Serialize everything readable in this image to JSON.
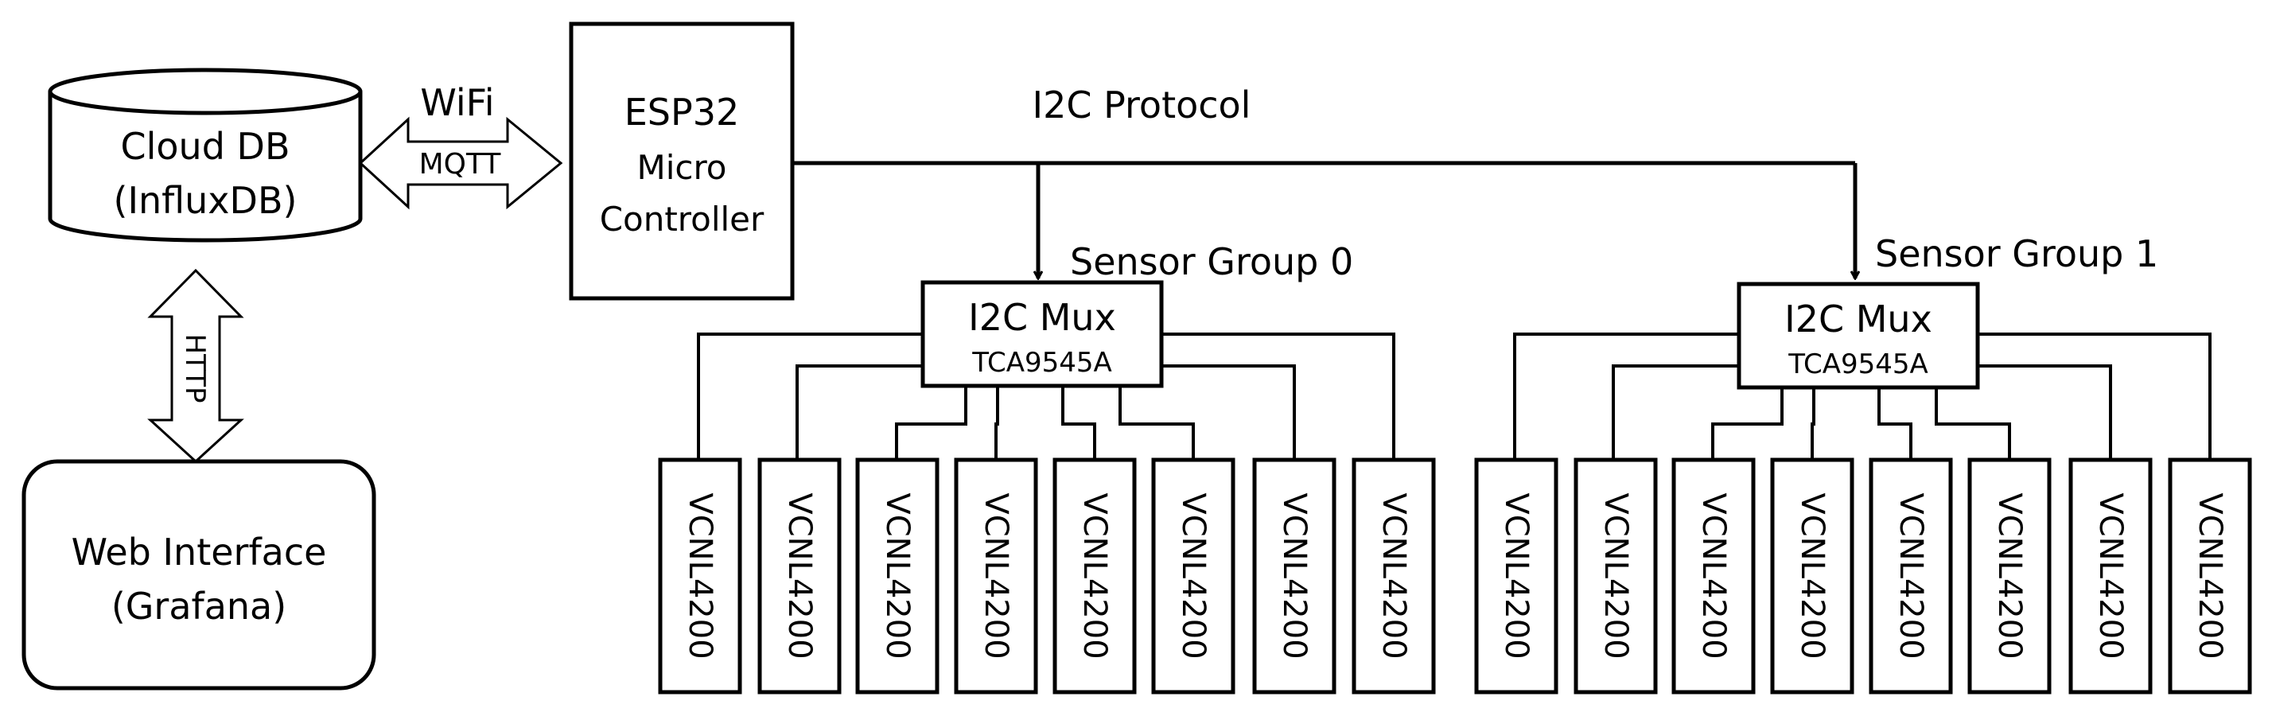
{
  "cloud_db": {
    "line1": "Cloud DB",
    "line2": "(InfluxDB)"
  },
  "web_interface": {
    "line1": "Web Interface",
    "line2": "(Grafana)"
  },
  "esp32": {
    "line1": "ESP32",
    "line2": "Micro",
    "line3": "Controller"
  },
  "links": {
    "wifi": "WiFi",
    "mqtt": "MQTT",
    "http": "HTTP",
    "i2c_protocol": "I2C Protocol"
  },
  "groups": [
    {
      "label": "Sensor Group 0",
      "mux_title": "I2C Mux",
      "mux_part": "TCA9545A",
      "sensors": [
        "VCNL4200",
        "VCNL4200",
        "VCNL4200",
        "VCNL4200",
        "VCNL4200",
        "VCNL4200",
        "VCNL4200",
        "VCNL4200"
      ]
    },
    {
      "label": "Sensor Group 1",
      "mux_title": "I2C Mux",
      "mux_part": "TCA9545A",
      "sensors": [
        "VCNL4200",
        "VCNL4200",
        "VCNL4200",
        "VCNL4200",
        "VCNL4200",
        "VCNL4200",
        "VCNL4200",
        "VCNL4200"
      ]
    }
  ]
}
